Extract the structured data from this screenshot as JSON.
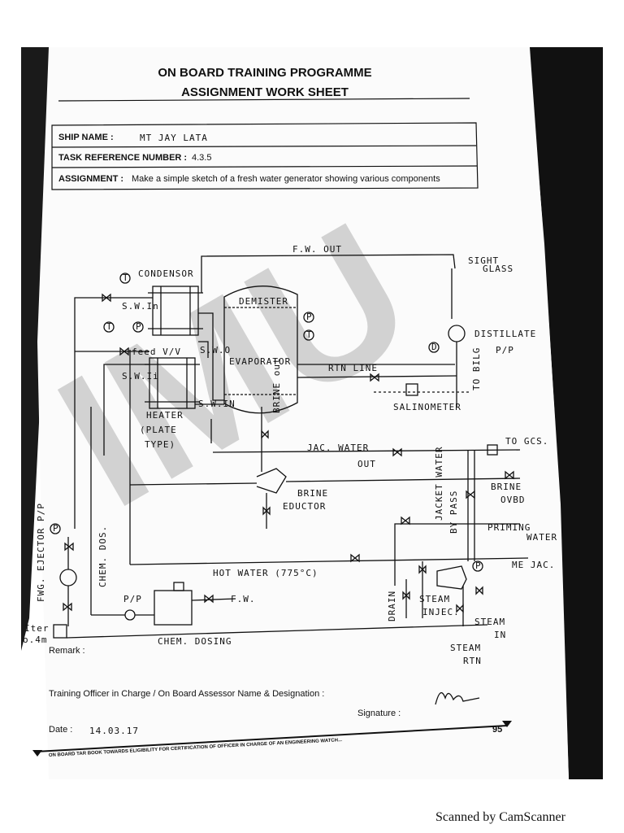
{
  "document": {
    "title_line1": "ON BOARD TRAINING PROGRAMME",
    "title_line2": "ASSIGNMENT WORK SHEET",
    "ship_name_label": "SHIP NAME :",
    "ship_name_value": "MT JAY LATA",
    "task_ref_label": "TASK REFERENCE NUMBER :",
    "task_ref_value": "4.3.5",
    "assignment_label": "ASSIGNMENT :",
    "assignment_text": "Make a simple sketch of a fresh water generator showing various components",
    "remark_label": "Remark :",
    "officer_label": "Training Officer in Charge / On Board  Assessor Name & Designation :",
    "signature_label": "Signature :",
    "date_label": "Date :",
    "date_value": "14.03.17",
    "page_number": "95",
    "footer_text": "ON BOARD TAR BOOK TOWARDS ELIGIBILITY FOR CERTIFICATION OF OFFICER IN CHARGE OF AN ENGINEERING WATCH...",
    "watermark": "IMU",
    "scanned_by": "Scanned by CamScanner"
  },
  "sketch": {
    "fw_out": "F.W. OUT",
    "sight_glass_1": "SIGHT",
    "sight_glass_2": "GLASS",
    "condenser": "CONDENSOR",
    "demister": "DEMISTER",
    "evaporator": "EVAPORATOR",
    "distillate_1": "DISTILLATE",
    "distillate_2": "P/P",
    "sw_in_1": "S.W.In",
    "feed_vv": "feed V/V",
    "sw_out_1": "S.W.O",
    "sw_in_2": "S.W.Ii",
    "sw_in_3": "S.W.IN",
    "rtn_line": "RTN LINE",
    "to_bilge": "TO BILG",
    "salinometer": "SALINOMETER",
    "heater_1": "HEATER",
    "heater_2": "(PLATE",
    "heater_3": "TYPE)",
    "brine_out": "BRINE out",
    "jac_water_1": "JAC. WATER",
    "jac_water_2": "OUT",
    "to_gcs": "TO GCS.",
    "jacket_water_bypass": "JACKET WATER",
    "by_pass": "BY PASS",
    "brine_ovbd_1": "BRINE",
    "brine_ovbd_2": "OVBD",
    "brine_eductor_1": "BRINE",
    "brine_eductor_2": "EDUCTOR",
    "priming_1": "PRIMING",
    "priming_2": "WATER",
    "me_jac": "ME JAC.",
    "hot_water": "HOT WATER (775°C)",
    "fwg_ejector": "FWG. EJECTOR P/P",
    "chem_dosing_v": "CHEM. DOS.",
    "pp": "P/P",
    "fw": "F.W.",
    "chem_dosing": "CHEM. DOSING",
    "drain": "DRAIN",
    "steam_inj_1": "STEAM",
    "steam_inj_2": "INJEC.",
    "steam_in_1": "STEAM",
    "steam_in_2": "IN",
    "steam_rtn_1": "STEAM",
    "steam_rtn_2": "RTN",
    "filter_1": "Iter",
    "filter_2": "o.4m",
    "gauge_t": "T",
    "gauge_p": "P",
    "gauge_d": "D"
  }
}
